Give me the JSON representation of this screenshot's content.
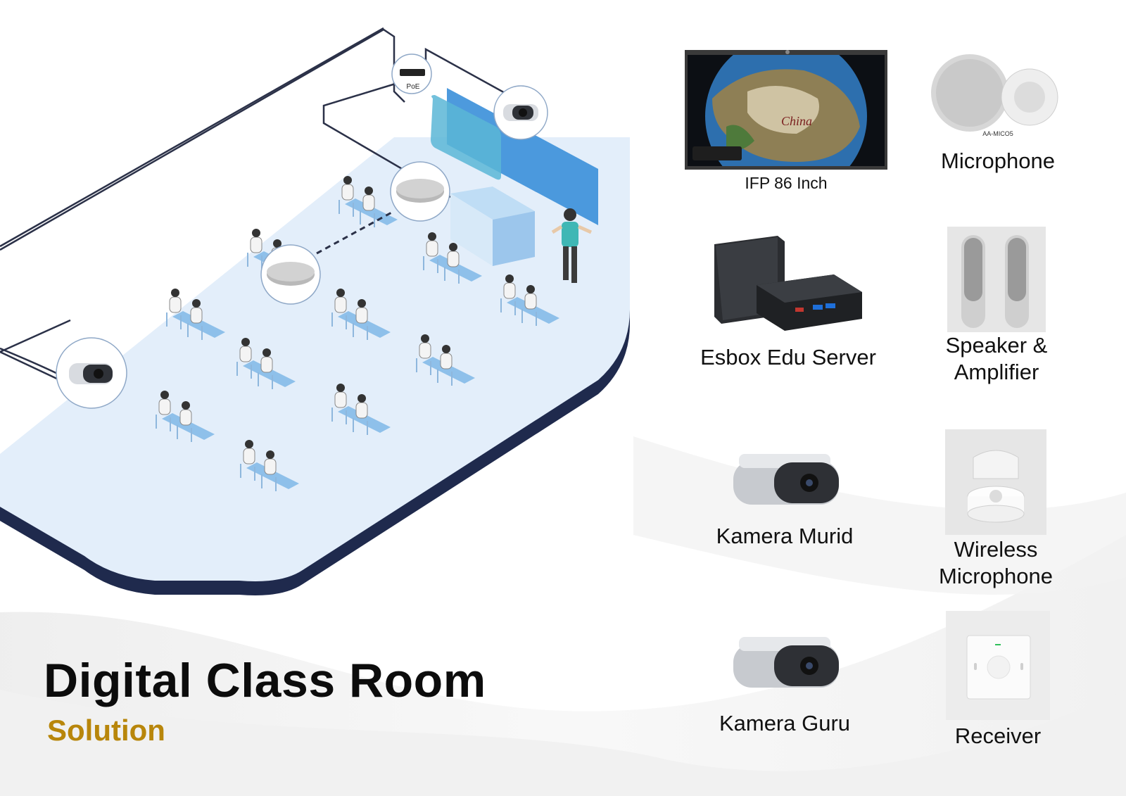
{
  "hero": {
    "title": "Digital Class Room",
    "subtitle": "Solution"
  },
  "diagram": {
    "poe_label": "PoE"
  },
  "products": {
    "ifp": {
      "label": "IFP 86 Inch",
      "screen_text": "China"
    },
    "microphone": {
      "label": "Microphone",
      "model": "AA-MICO5"
    },
    "server": {
      "label": "Esbox Edu Server"
    },
    "speaker": {
      "label_line1": "Speaker &",
      "label_line2": "Amplifier"
    },
    "camera_student": {
      "label": "Kamera Murid"
    },
    "wireless_mic": {
      "label_line1": "Wireless",
      "label_line2": "Microphone"
    },
    "camera_teacher": {
      "label": "Kamera Guru"
    },
    "receiver": {
      "label": "Receiver"
    }
  },
  "colors": {
    "accent": "#B8860B",
    "floor_edge": "#1F2A4D",
    "floor_fill": "#E3EEFA",
    "board": "#3A8FD9",
    "desk": "#8EC0EA",
    "cable": "#2B3148"
  },
  "icons": [
    "classroom-diagram",
    "poe-switch-icon",
    "ceiling-mic-icon",
    "camera-icon",
    "teacher-icon",
    "student-icon"
  ]
}
